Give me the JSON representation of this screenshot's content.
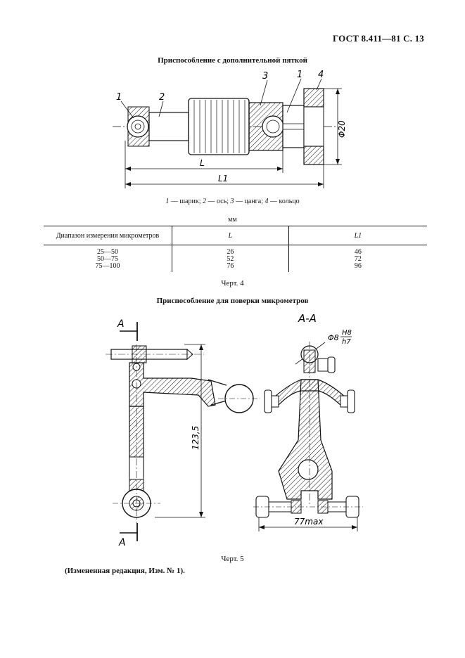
{
  "header": {
    "text": "ГОСТ 8.411—81 С. 13"
  },
  "figure4": {
    "title": "Приспособление с дополнительной пяткой",
    "callouts": [
      "1",
      "2",
      "3",
      "1",
      "4"
    ],
    "dim_L": "L",
    "dim_L1": "L1",
    "dim_d": "Φ20",
    "legend": [
      {
        "num": "1",
        "text": " — шарик; "
      },
      {
        "num": "2",
        "text": " — ось; "
      },
      {
        "num": "3",
        "text": " — цанга; "
      },
      {
        "num": "4",
        "text": " — кольцо"
      }
    ],
    "label": "Черт. 4"
  },
  "table": {
    "unit": "мм",
    "headers": [
      "Диапазон измерения микрометров",
      "L",
      "L1"
    ],
    "rows": [
      [
        "25—50",
        "26",
        "46"
      ],
      [
        "50—75",
        "52",
        "72"
      ],
      [
        "75—100",
        "76",
        "96"
      ]
    ]
  },
  "figure5": {
    "title": "Приспособление для поверки микрометров",
    "section_mark": "A",
    "section_title": "A-A",
    "dim_height": "123,5",
    "dim_hole": "Φ8",
    "fit_top": "H8",
    "fit_bottom": "h7",
    "dim_width": "77max",
    "label": "Черт. 5"
  },
  "footnote": "(Измененная редакция, Изм. № 1)."
}
